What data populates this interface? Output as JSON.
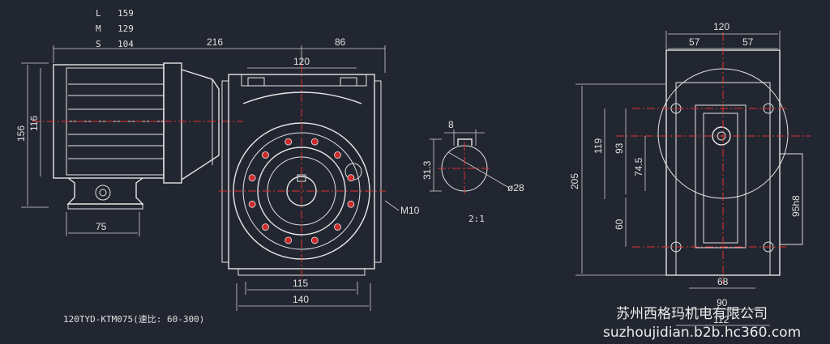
{
  "spec_table": [
    {
      "key": "L",
      "value": "159"
    },
    {
      "key": "M",
      "value": "129"
    },
    {
      "key": "S",
      "value": "104"
    }
  ],
  "dims": {
    "d216": "216",
    "d86": "86",
    "d120_top": "120",
    "d156": "156",
    "d116": "116",
    "d75": "75",
    "d115": "115",
    "d140": "140",
    "m10": "M10",
    "d8": "8",
    "d31_3": "31.3",
    "d28": "ø28",
    "scale": "2:1",
    "d120_side": "120",
    "d57a": "57",
    "d57b": "57",
    "d205": "205",
    "d119": "119",
    "d93": "93",
    "d74_5": "74.5",
    "d60": "60",
    "d95h8": "95h8",
    "d68": "68",
    "d90": "90",
    "d112": "112"
  },
  "model_label": "120TYD-KTM075(速比: 60-300)",
  "company": "苏州西格玛机电有限公司",
  "website": "suzhoujidian.b2b.hc360.com",
  "colors": {
    "background": "#222630",
    "line": "#e6e6e6",
    "centerline": "#e03030"
  }
}
